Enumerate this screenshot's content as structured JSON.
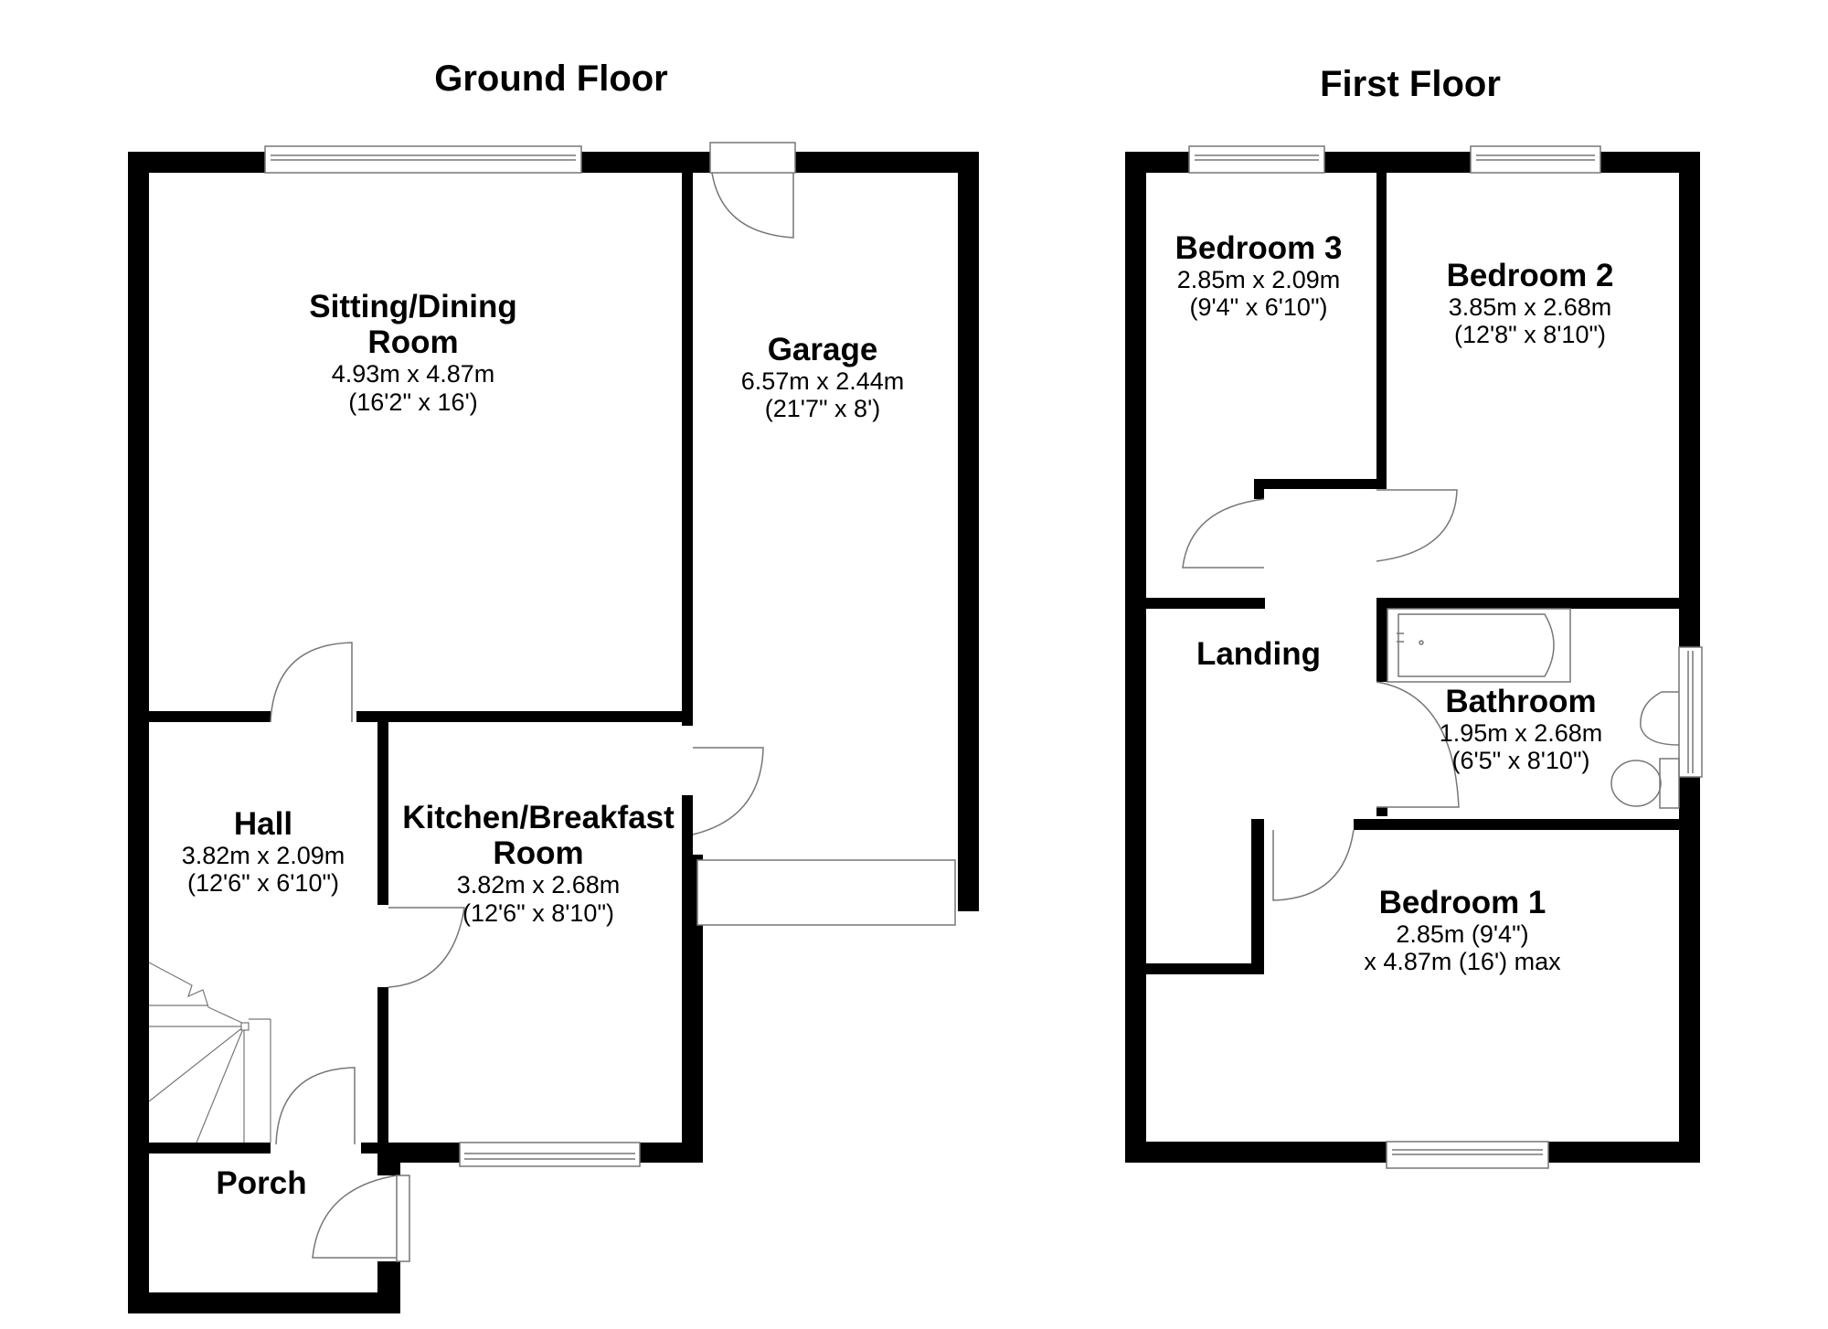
{
  "floors": [
    {
      "title": "Ground Floor",
      "rooms": [
        {
          "name": "Sitting/Dining",
          "name2": "Room",
          "metric": "4.93m x 4.87m",
          "imperial": "(16'2\" x 16')"
        },
        {
          "name": "Garage",
          "metric": "6.57m x 2.44m",
          "imperial": "(21'7\" x 8')"
        },
        {
          "name": "Hall",
          "metric": "3.82m x 2.09m",
          "imperial": "(12'6\" x 6'10\")"
        },
        {
          "name": "Kitchen/Breakfast",
          "name2": "Room",
          "metric": "3.82m x 2.68m",
          "imperial": "(12'6\" x 8'10\")"
        },
        {
          "name": "Porch"
        }
      ]
    },
    {
      "title": "First Floor",
      "rooms": [
        {
          "name": "Bedroom 3",
          "metric": "2.85m x 2.09m",
          "imperial": "(9'4\" x 6'10\")"
        },
        {
          "name": "Bedroom 2",
          "metric": "3.85m x 2.68m",
          "imperial": "(12'8\" x 8'10\")"
        },
        {
          "name": "Landing"
        },
        {
          "name": "Bathroom",
          "metric": "1.95m x 2.68m",
          "imperial": "(6'5\" x 8'10\")"
        },
        {
          "name": "Bedroom 1",
          "metric": "2.85m (9'4\")",
          "imperial": "x 4.87m (16') max"
        }
      ]
    }
  ],
  "colors": {
    "wall": "#000000",
    "fixture_line": "#777777",
    "background": "#ffffff"
  }
}
